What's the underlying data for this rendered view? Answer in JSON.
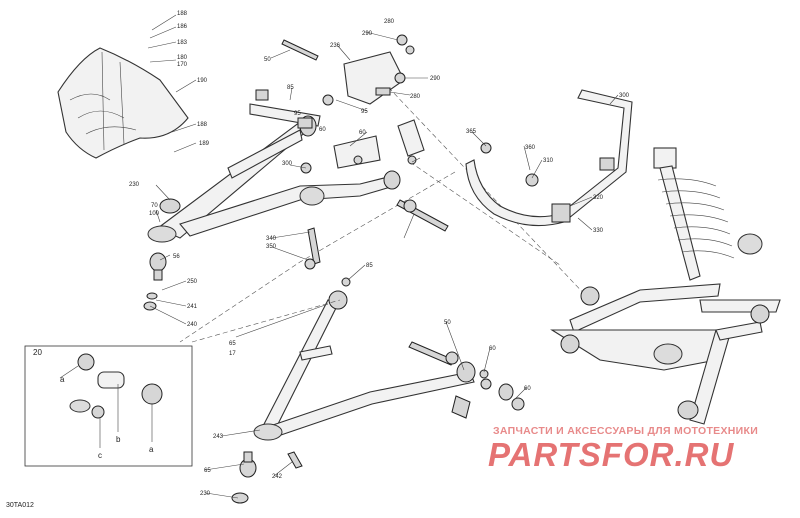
{
  "diagram_code": "30TA012",
  "watermark": {
    "tagline": "ЗАПЧАСТИ И АКСЕССУАРЫ ДЛЯ МОТОТЕХНИКИ",
    "brand": "PARTSFOR.RU"
  },
  "inset": {
    "number": "20",
    "letters": [
      "a",
      "b",
      "c",
      "a"
    ]
  },
  "callouts": [
    "188",
    "186",
    "183",
    "180",
    "170",
    "190",
    "188",
    "189",
    "230",
    "70",
    "100",
    "56",
    "250",
    "241",
    "240",
    "50",
    "85",
    "300",
    "95",
    "60",
    "340",
    "350",
    "236",
    "280",
    "290",
    "290",
    "280",
    "95",
    "60",
    "365",
    "360",
    "310",
    "320",
    "330",
    "300",
    "85",
    "65",
    "17",
    "50",
    "60",
    "60",
    "243",
    "65",
    "230",
    "242"
  ]
}
